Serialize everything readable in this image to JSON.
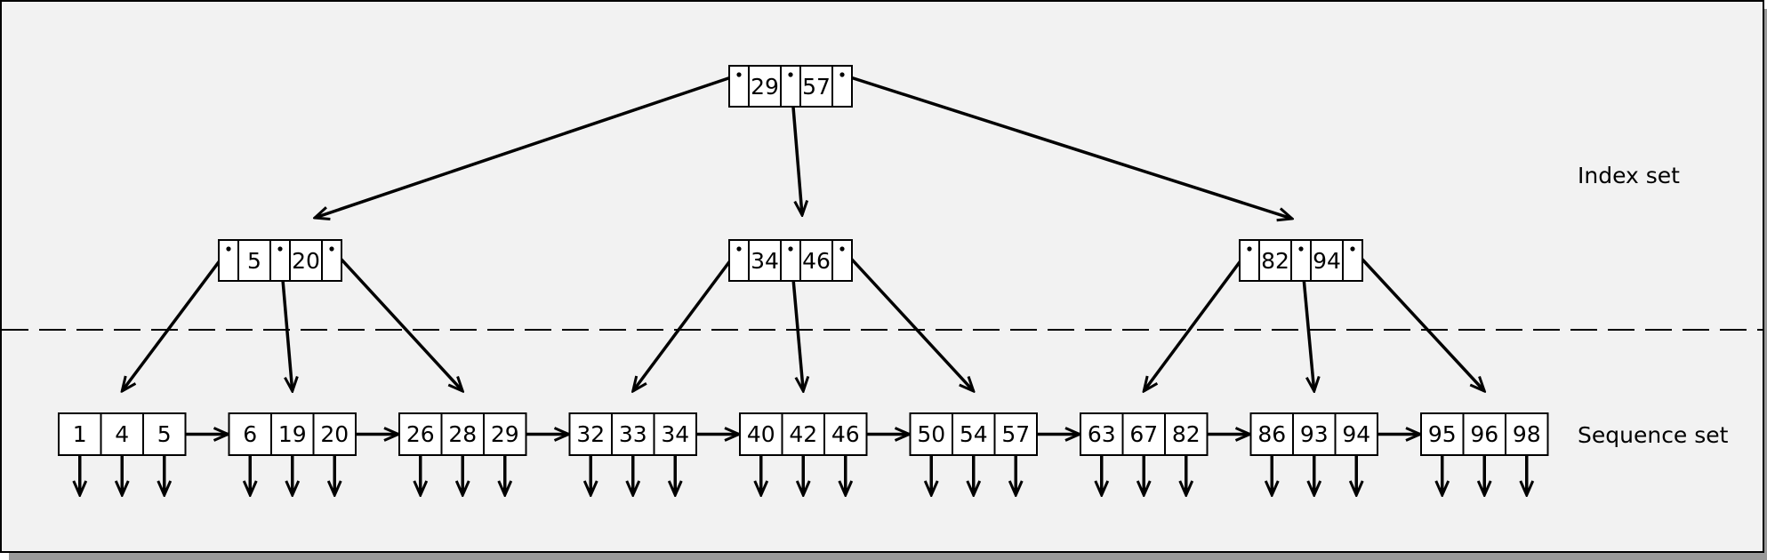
{
  "labels": {
    "index_set": "Index set",
    "sequence_set": "Sequence set"
  },
  "colors": {
    "background": "#f2f2f2",
    "shadow": "#9a9a9a",
    "stroke": "#000000",
    "cell_fill": "#ffffff"
  },
  "index_nodes": [
    {
      "id": "root",
      "keys": [
        "29",
        "57"
      ]
    },
    {
      "id": "left",
      "keys": [
        "5",
        "20"
      ]
    },
    {
      "id": "middle",
      "keys": [
        "34",
        "46"
      ]
    },
    {
      "id": "right",
      "keys": [
        "82",
        "94"
      ]
    }
  ],
  "sequence_blocks": [
    [
      "1",
      "4",
      "5"
    ],
    [
      "6",
      "19",
      "20"
    ],
    [
      "26",
      "28",
      "29"
    ],
    [
      "32",
      "33",
      "34"
    ],
    [
      "40",
      "42",
      "46"
    ],
    [
      "50",
      "54",
      "57"
    ],
    [
      "63",
      "67",
      "82"
    ],
    [
      "86",
      "93",
      "94"
    ],
    [
      "95",
      "96",
      "98"
    ]
  ]
}
